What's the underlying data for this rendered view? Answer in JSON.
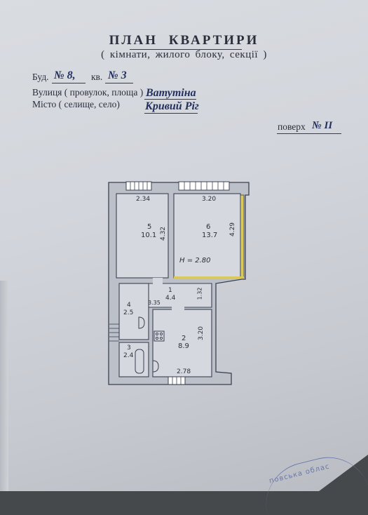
{
  "document": {
    "title": "ПЛАН  КВАРТИРИ",
    "subtitle": "( кімнати, жилого блоку, секції )",
    "building_label": "Буд.",
    "building_no": "№ 8,",
    "apartment_label": "кв.",
    "apartment_no": "№ 3",
    "street_label": "Вулиця ( провулок, площа )",
    "street_value": "Ватутіна",
    "city_label": "Місто   ( селище, село)",
    "city_value": "Кривий  Ріг",
    "floor_label": "поверх",
    "floor_value": "№  II",
    "stamp_text": "повська облас"
  },
  "plan": {
    "ceiling_height": "Н = 2.80",
    "rooms": [
      {
        "number": "5",
        "area": "10.1",
        "width": "2.34",
        "length": "4.32"
      },
      {
        "number": "6",
        "area": "13.7",
        "width": "3.20",
        "length": "4.29"
      },
      {
        "number": "1",
        "area": "4.4",
        "width": "3.35",
        "length": "1.32"
      },
      {
        "number": "4",
        "area": "2.5"
      },
      {
        "number": "2",
        "area": "8.9",
        "width": "2.78",
        "length": "3.20"
      },
      {
        "number": "3",
        "area": "2.4"
      }
    ]
  },
  "colors": {
    "wall_fill": "#bcc1c9",
    "wall_stroke": "#3c4152",
    "ink": "#23305e",
    "accent_yellow": "#d8c95a"
  }
}
